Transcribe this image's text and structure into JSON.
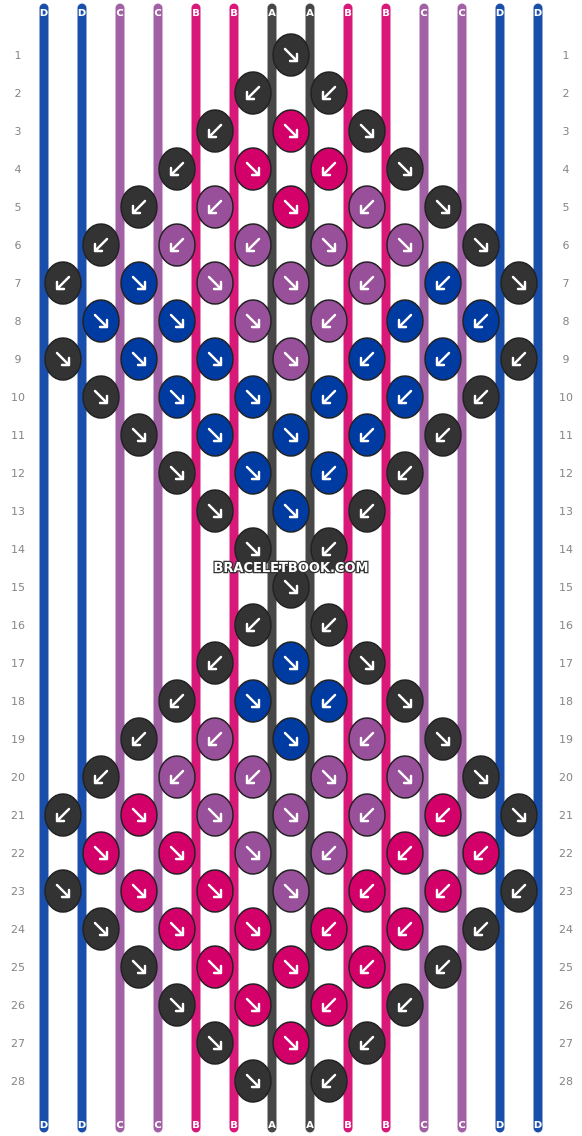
{
  "pattern": {
    "watermark": "BRACELETBOOK.COM",
    "rows": [
      "1",
      "2",
      "3",
      "4",
      "5",
      "6",
      "7",
      "8",
      "9",
      "10",
      "11",
      "12",
      "13",
      "14",
      "15",
      "16",
      "17",
      "18",
      "19",
      "20",
      "21",
      "22",
      "23",
      "24",
      "25",
      "26",
      "27",
      "28"
    ],
    "strings_top": [
      "D",
      "D",
      "C",
      "C",
      "B",
      "B",
      "A",
      "A",
      "B",
      "B",
      "C",
      "C",
      "D",
      "D"
    ],
    "strings_bottom": [
      "D",
      "D",
      "C",
      "C",
      "B",
      "B",
      "A",
      "A",
      "B",
      "B",
      "C",
      "C",
      "D",
      "D"
    ],
    "colors": {
      "A": "#333333",
      "B": "#d4006a",
      "C": "#98509a",
      "D": "#003ba2"
    },
    "arrow_icons": {
      "forward": "arrow-down-right-icon",
      "backward": "arrow-down-left-icon"
    },
    "row_colors": [
      [
        "A"
      ],
      [
        "A",
        "A"
      ],
      [
        "A",
        "B",
        "A"
      ],
      [
        "A",
        "B",
        "B",
        "A"
      ],
      [
        "A",
        "C",
        "B",
        "C",
        "A"
      ],
      [
        "A",
        "C",
        "C",
        "C",
        "C",
        "A"
      ],
      [
        "A",
        "D",
        "C",
        "C",
        "C",
        "D",
        "A"
      ],
      [
        "D",
        "D",
        "C",
        "C",
        "D",
        "D"
      ],
      [
        "A",
        "D",
        "D",
        "C",
        "D",
        "D",
        "A"
      ],
      [
        "A",
        "D",
        "D",
        "D",
        "D",
        "A"
      ],
      [
        "A",
        "D",
        "D",
        "D",
        "A"
      ],
      [
        "A",
        "D",
        "D",
        "A"
      ],
      [
        "A",
        "D",
        "A"
      ],
      [
        "A",
        "A"
      ],
      [
        "A"
      ],
      [
        "A",
        "A"
      ],
      [
        "A",
        "D",
        "A"
      ],
      [
        "A",
        "D",
        "D",
        "A"
      ],
      [
        "A",
        "C",
        "D",
        "C",
        "A"
      ],
      [
        "A",
        "C",
        "C",
        "C",
        "C",
        "A"
      ],
      [
        "A",
        "B",
        "C",
        "C",
        "C",
        "B",
        "A"
      ],
      [
        "B",
        "B",
        "C",
        "C",
        "B",
        "B"
      ],
      [
        "A",
        "B",
        "B",
        "C",
        "B",
        "B",
        "A"
      ],
      [
        "A",
        "B",
        "B",
        "B",
        "B",
        "A"
      ],
      [
        "A",
        "B",
        "B",
        "B",
        "A"
      ],
      [
        "A",
        "B",
        "B",
        "A"
      ],
      [
        "A",
        "B",
        "A"
      ],
      [
        "A",
        "A"
      ]
    ],
    "row_dirs": [
      [
        "f"
      ],
      [
        "b",
        "b"
      ],
      [
        "b",
        "f",
        "f"
      ],
      [
        "b",
        "f",
        "b",
        "f"
      ],
      [
        "b",
        "b",
        "f",
        "b",
        "f"
      ],
      [
        "b",
        "b",
        "b",
        "f",
        "f",
        "f"
      ],
      [
        "b",
        "f",
        "f",
        "f",
        "b",
        "b",
        "f"
      ],
      [
        "f",
        "f",
        "f",
        "b",
        "b",
        "b"
      ],
      [
        "f",
        "f",
        "f",
        "f",
        "b",
        "b",
        "b"
      ],
      [
        "f",
        "f",
        "f",
        "b",
        "b",
        "b"
      ],
      [
        "f",
        "f",
        "f",
        "b",
        "b"
      ],
      [
        "f",
        "f",
        "b",
        "b"
      ],
      [
        "f",
        "f",
        "b"
      ],
      [
        "f",
        "b"
      ],
      [
        "f"
      ],
      [
        "b",
        "b"
      ],
      [
        "b",
        "f",
        "f"
      ],
      [
        "b",
        "f",
        "b",
        "f"
      ],
      [
        "b",
        "b",
        "f",
        "b",
        "f"
      ],
      [
        "b",
        "b",
        "b",
        "f",
        "f",
        "f"
      ],
      [
        "b",
        "f",
        "f",
        "f",
        "b",
        "b",
        "f"
      ],
      [
        "f",
        "f",
        "f",
        "b",
        "b",
        "b"
      ],
      [
        "f",
        "f",
        "f",
        "f",
        "b",
        "b",
        "b"
      ],
      [
        "f",
        "f",
        "f",
        "b",
        "b",
        "b"
      ],
      [
        "f",
        "f",
        "f",
        "b",
        "b"
      ],
      [
        "f",
        "f",
        "b",
        "b"
      ],
      [
        "f",
        "f",
        "b"
      ],
      [
        "f",
        "b"
      ]
    ]
  }
}
